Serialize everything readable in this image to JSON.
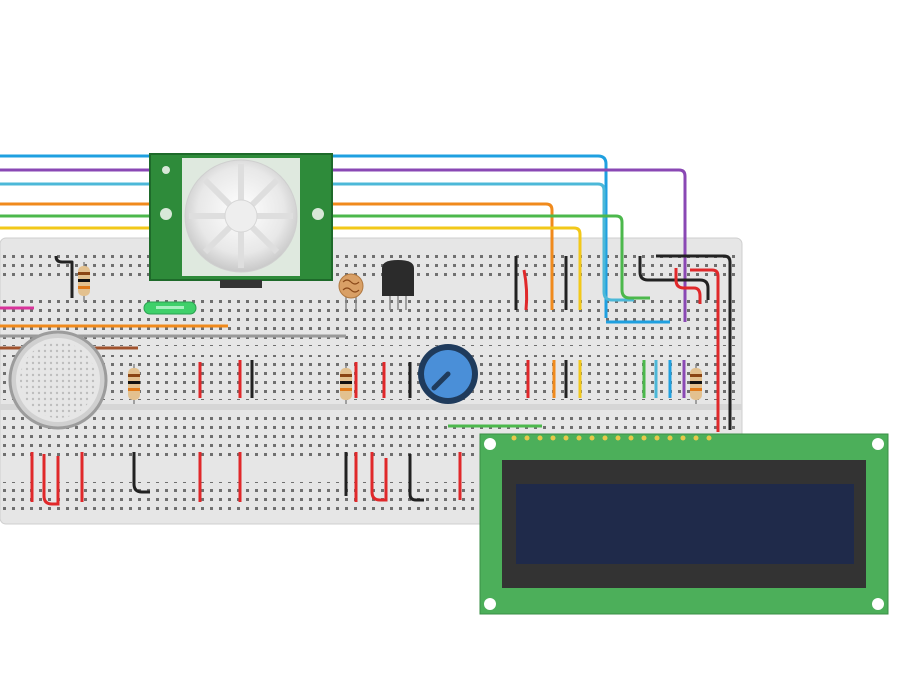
{
  "colors": {
    "background": "#ffffff",
    "breadboard": "#e6e6e6",
    "breadboard_hole": "#6f6f6f",
    "rail_red": "#d9342b",
    "rail_blue": "#3a7fd0",
    "wire_blue": "#1fa0e0",
    "wire_purple": "#8a48b4",
    "wire_cyan": "#4cb8d8",
    "wire_orange": "#f08a1c",
    "wire_green": "#4cb84c",
    "wire_yellow": "#f2c81a",
    "wire_red": "#e0282a",
    "wire_black": "#222222",
    "wire_magenta": "#d8339a",
    "pcb_green": "#2e8b3a",
    "lcd_green": "#4caf5a",
    "lcd_screen": "#1f2a4a",
    "lcd_bezel": "#333333",
    "pot_blue": "#4a8fd8"
  },
  "components": {
    "pir_sensor": "pir-motion-sensor",
    "gas_sensor": "gas-sensor",
    "photoresistor": "photoresistor",
    "temperature_sensor": "temperature-sensor",
    "potentiometer": "potentiometer",
    "lcd": "lcd-16x2",
    "resistors": 4,
    "led": "green-led"
  }
}
